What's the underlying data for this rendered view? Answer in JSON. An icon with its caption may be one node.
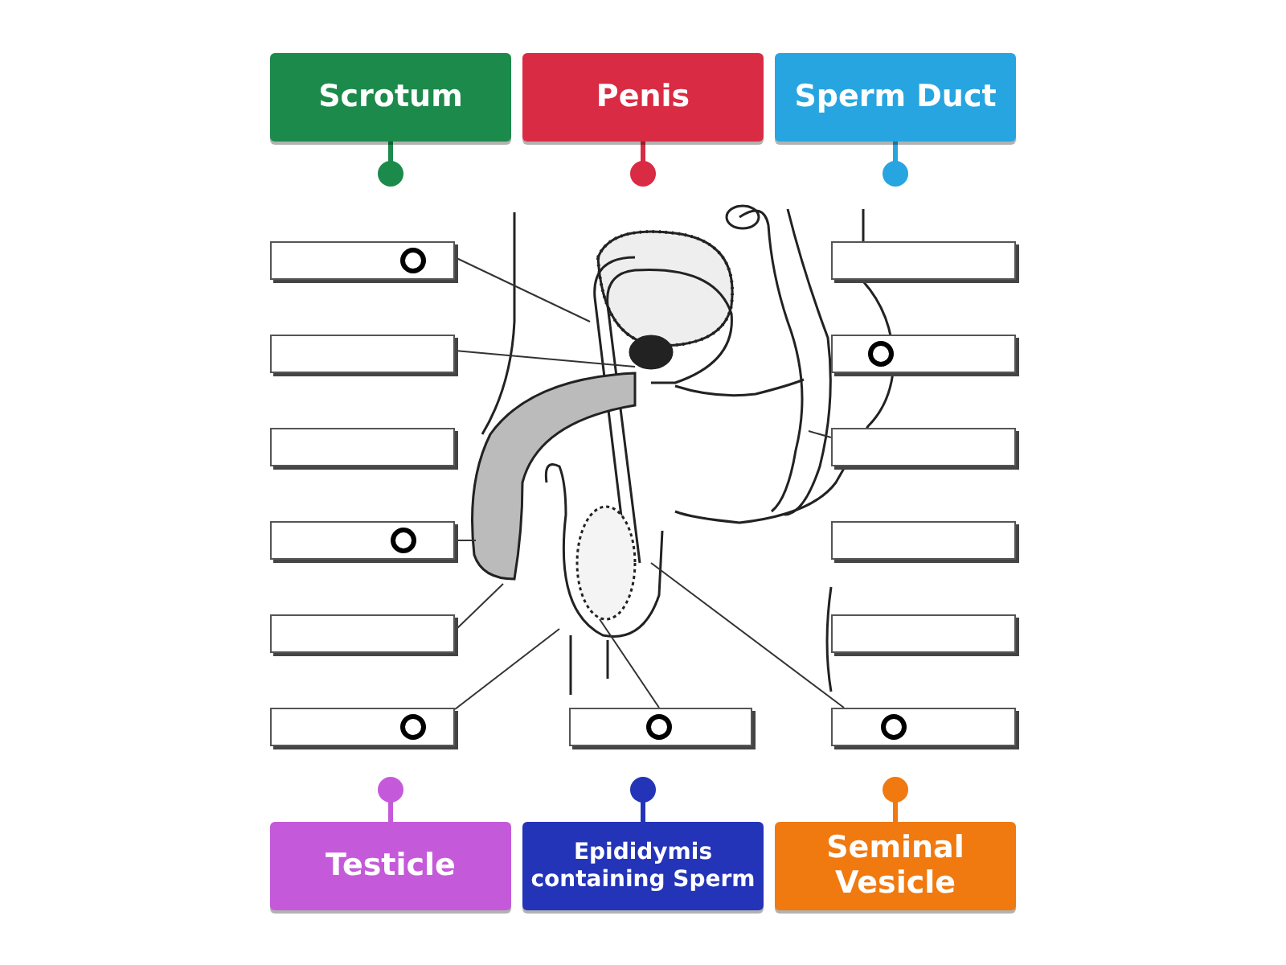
{
  "diagram": {
    "nodes": [
      {
        "text": [
          "Scrotum"
        ]
      },
      {
        "text": [
          "Penis"
        ]
      },
      {
        "text": [
          "Sperm Duct"
        ]
      },
      {
        "text": [],
        "shape": "box"
      },
      {
        "text": [],
        "shape": "box"
      },
      {
        "text": [],
        "shape": "box"
      },
      {
        "text": [],
        "shape": "box"
      },
      {
        "text": [],
        "shape": "box"
      },
      {
        "text": [],
        "shape": "box"
      },
      {
        "text": [],
        "shape": "box"
      },
      {
        "text": [],
        "shape": "box"
      },
      {
        "text": [],
        "shape": "box"
      },
      {
        "text": [],
        "shape": "box"
      },
      {
        "text": [],
        "shape": "box"
      },
      {
        "text": [],
        "shape": "box"
      },
      {
        "text": [],
        "shape": "box"
      },
      {
        "text": [
          "Testicle"
        ]
      },
      {
        "text": [
          "Epididymis containing Sperm"
        ]
      },
      {
        "text": [
          "Seminal Vesicle"
        ]
      }
    ],
    "edges": [
      {
        "from": 3,
        "to": null,
        "arrow": "none"
      },
      {
        "from": 5,
        "to": null,
        "arrow": "none"
      },
      {
        "from": 8,
        "to": null,
        "arrow": "none"
      },
      {
        "from": 9,
        "to": null,
        "arrow": "none"
      },
      {
        "from": 11,
        "to": null,
        "arrow": "none"
      },
      {
        "from": 13,
        "to": null,
        "arrow": "none"
      },
      {
        "from": 14,
        "to": null,
        "arrow": "none"
      },
      {
        "from": 15,
        "to": null,
        "arrow": "none"
      }
    ]
  }
}
